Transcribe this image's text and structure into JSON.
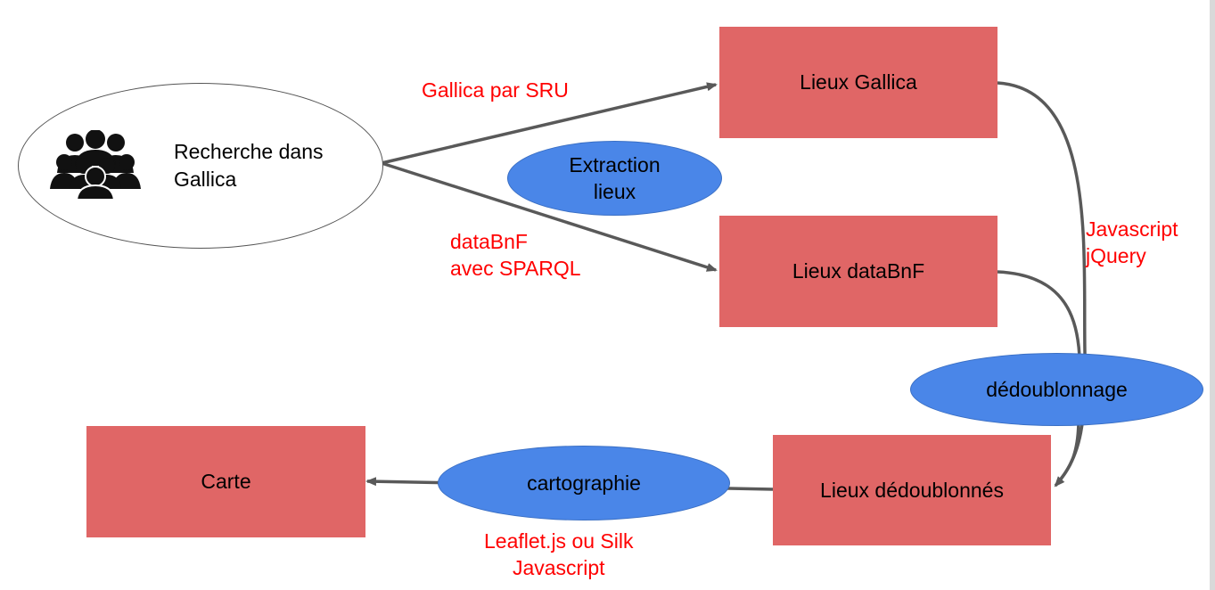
{
  "source_node": {
    "label": "Recherche dans\nGallica",
    "icon": "people-group-icon"
  },
  "nodes": {
    "lieux_gallica": "Lieux Gallica",
    "lieux_databnf": "Lieux dataBnF",
    "lieux_dedoublonnes": "Lieux dédoublonnés",
    "carte": "Carte"
  },
  "processes": {
    "extraction": "Extraction\nlieux",
    "dedoublonnage": "dédoublonnage",
    "cartographie": "cartographie"
  },
  "edge_labels": {
    "gallica_sru": "Gallica par SRU",
    "databnf_sparql": "dataBnF\navec SPARQL",
    "javascript_jquery": "Javascript\njQuery",
    "leaflet_silk": "Leaflet.js ou Silk\nJavascript"
  },
  "colors": {
    "data_box": "#e06666",
    "process_oval": "#4a86e8",
    "label_text": "#ff0000",
    "arrow": "#595959"
  }
}
